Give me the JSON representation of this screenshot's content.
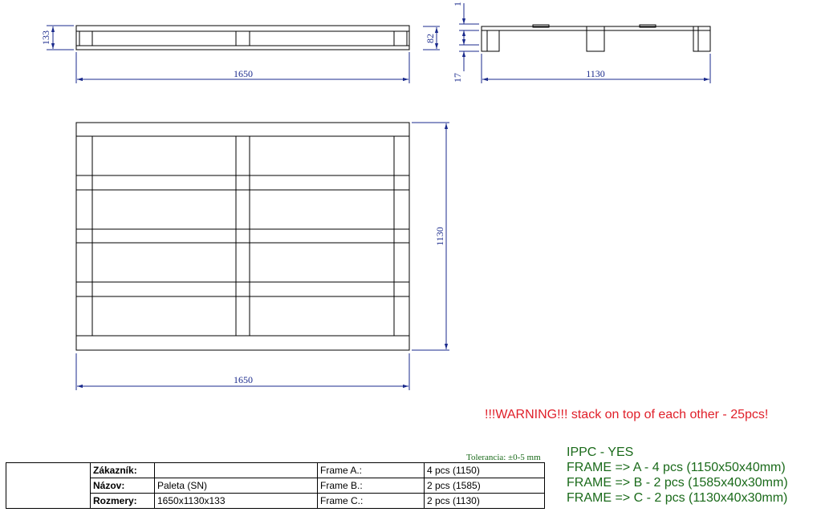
{
  "drawing": {
    "front_view": {
      "height_label": "133",
      "length_label": "1650"
    },
    "side_view": {
      "top_label": "1",
      "block_label": "82",
      "bottom_label": "17",
      "width_label": "1130"
    },
    "top_view": {
      "width_label": "1130",
      "length_label": "1650"
    }
  },
  "warning": "!!!WARNING!!! stack on top of each other - 25pcs!",
  "tolerance": "Tolerancia: ±0-5 mm",
  "title_block": {
    "rows": [
      {
        "label": "Zákazník:",
        "value": "",
        "frame_label": "Frame A.:",
        "frame_value": "4 pcs (1150)"
      },
      {
        "label": "Názov:",
        "value": "Paleta (SN)",
        "frame_label": "Frame B.:",
        "frame_value": "2 pcs (1585)"
      },
      {
        "label": "Rozmery:",
        "value": "1650x1130x133",
        "frame_label": "Frame C.:",
        "frame_value": "2 pcs (1130)"
      }
    ]
  },
  "notes": {
    "ippc": "IPPC - YES",
    "frames": [
      "FRAME => A - 4 pcs (1150x50x40mm)",
      "FRAME => B - 2 pcs (1585x40x30mm)",
      "FRAME => C - 2 pcs (1130x40x30mm)"
    ]
  },
  "colors": {
    "dimension": "#1a2a8c",
    "warning": "#e0202a",
    "notes": "#1a6a1a",
    "outline": "#000000"
  }
}
